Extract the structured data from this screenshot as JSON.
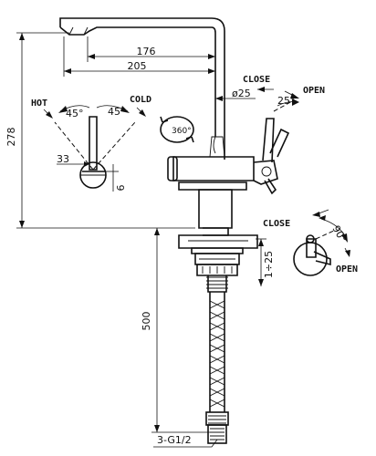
{
  "dimensions": {
    "height_total": "278",
    "reach_176": "176",
    "reach_205": "205",
    "pipe_dia": "ø25",
    "dim_33": "33",
    "dim_6": "6",
    "thickness_range": "1÷25",
    "hose_length": "500",
    "thread": "3-G1/2"
  },
  "labels": {
    "hot": "HOT",
    "cold": "COLD",
    "angle_hot": "45°",
    "angle_cold": "45°",
    "rotation": "360°",
    "close_top": "CLOSE",
    "open_top": "OPEN",
    "lever_angle": "25°",
    "close_side": "CLOSE",
    "open_side": "OPEN",
    "side_angle": "90°"
  }
}
